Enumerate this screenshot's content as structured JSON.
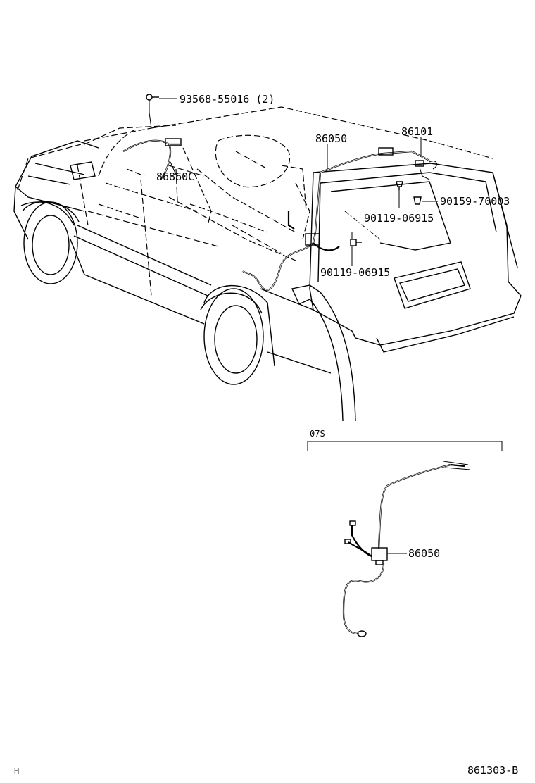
{
  "diagram": {
    "part_labels": {
      "bolt_top": "93568-55016 (2)",
      "wire_86050_top": "86050",
      "part_86101": "86101",
      "part_86860C": "86860C",
      "bolt_90159": "90159-70003",
      "bolt_90119_upper": "90119-06915",
      "bolt_90119_lower": "90119-06915",
      "inset_86050": "86050"
    },
    "inset_title": "07S",
    "corner_left": "H",
    "corner_right": "861303-B"
  }
}
